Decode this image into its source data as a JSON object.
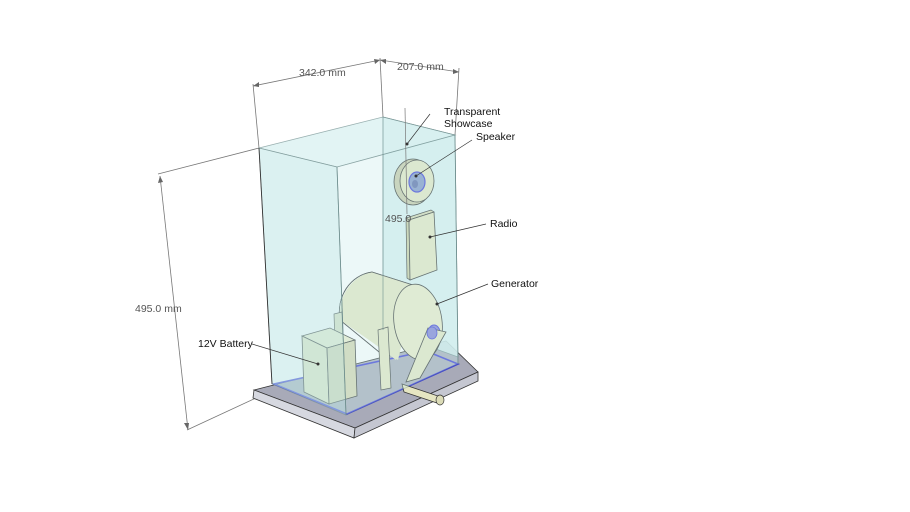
{
  "dimensions": {
    "width": "342.0 mm",
    "depth": "207.0 mm",
    "height": "495.0 mm",
    "inner_partial": "495.0"
  },
  "labels": {
    "showcase_line1": "Transparent",
    "showcase_line2": "Showcase",
    "speaker": "Speaker",
    "radio": "Radio",
    "generator": "Generator",
    "battery": "12V Battery"
  },
  "colors": {
    "glass": "#bfe6e6",
    "glass_edge": "#6f8f8f",
    "component": "#e6e6c2",
    "component_shade": "#cfcfa4",
    "base_top": "#a8aab8",
    "base_side": "#d6d8e0",
    "accent_blue": "#3a3ad6",
    "speaker_cone": "#7f93c6"
  }
}
